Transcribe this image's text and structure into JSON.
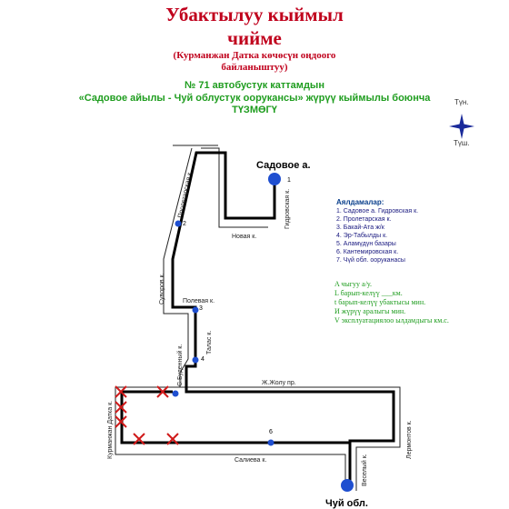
{
  "header": {
    "title_line1": "Убактылуу кыймыл",
    "title_line2": "чийме",
    "subtitle": "(Курманжан Датка көчөсүн оңдоого байланыштуу)",
    "route_line1": "№ 71  автобустук каттамдын",
    "route_line2": "«Садовое айылы  - Чуй облустук оорукансы» жүрүү кыймылы боюнча",
    "route_line3": "ТҮЗМӨГҮ"
  },
  "compass": {
    "north_label": "Түн.",
    "south_label": "Түш."
  },
  "map": {
    "start_label": "Садовое а.",
    "end_label": "Чуй обл.",
    "streets": {
      "proletarskaya": "Пролетарская к.",
      "gidrovskaya": "Гидровская к.",
      "novaya": "Новая к.",
      "suvorov": "Суворов к.",
      "polevaya": "Полевая к.",
      "talas": "Талас к.",
      "budenny": "С.Буденный к.",
      "kurmanjan": "Курманжан Датка к.",
      "zholu": "Ж.Жолу пр.",
      "lermontov": "Лермонтов к.",
      "salieva": "Салиева к.",
      "veselaya": "Веселый к."
    },
    "stop_numbers": [
      "1",
      "2",
      "3",
      "4",
      "6"
    ]
  },
  "stops_panel": {
    "header": "Аялдамалар:",
    "items": [
      "1. Садовое а. Гидровская к.",
      "2. Пролетарская к.",
      "3. Бакай-Ата ж/к",
      "4. Эр-Табылды к.",
      "5. Аламүдүн базары",
      "6. Кантемировская к.",
      "7. Чүй обл. ооруканасы"
    ]
  },
  "legend_panel": {
    "lines": [
      "A чыгуу        а/у.",
      "L барып-келүү ___км.",
      "t барып-келүү убактысы      мин.",
      "И жүрүү аралыгы        мин.",
      "V эксплуатациялоо ылдамдыгы      км.с."
    ]
  },
  "colors": {
    "title_red": "#c0001c",
    "accent_green": "#1f9d1f",
    "route_black": "#000000",
    "stop_blue": "#1f4fd0",
    "closed_marker_red": "#d01a1a",
    "compass_blue": "#1a2a9a"
  }
}
